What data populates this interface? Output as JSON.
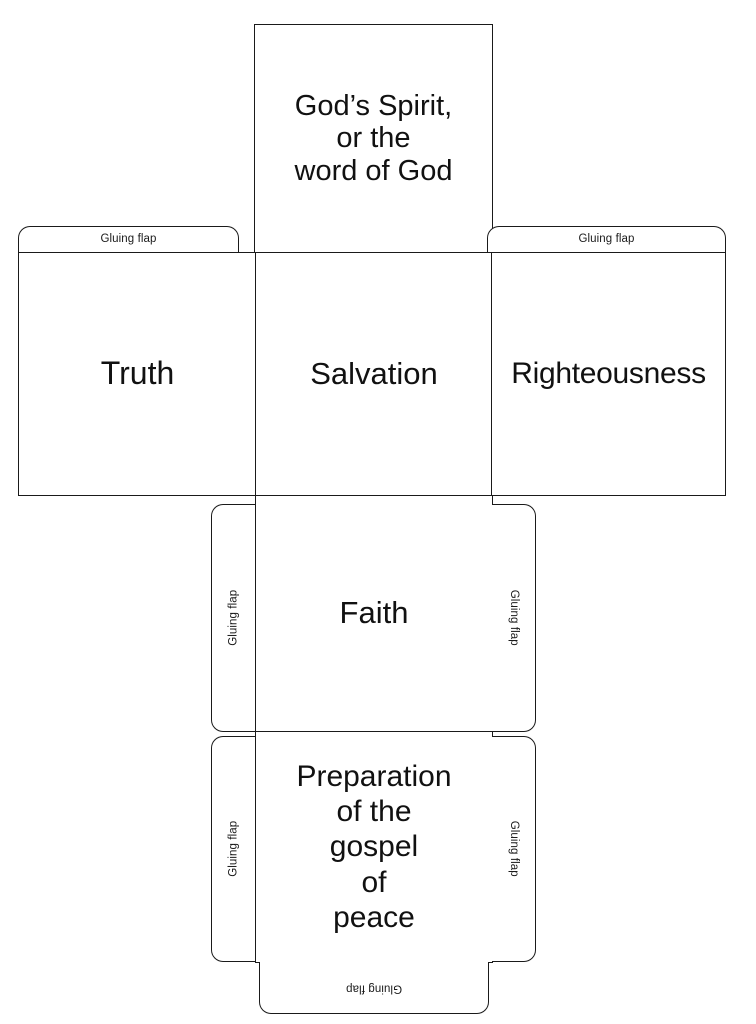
{
  "document": {
    "title": "Armour of God cube net",
    "background_color": "#ffffff",
    "line_color": "#1a1a1a",
    "text_color": "#111111"
  },
  "panels": {
    "top": {
      "name": "God's Spirit panel",
      "label": "God’s Spirit,\nor the\nword of God"
    },
    "left": {
      "name": "Truth panel",
      "label": "Truth"
    },
    "center": {
      "name": "Salvation panel",
      "label": "Salvation"
    },
    "right": {
      "name": "Righteousness panel",
      "label": "Righteousness"
    },
    "faith": {
      "name": "Faith panel",
      "label": "Faith"
    },
    "preparation": {
      "name": "Preparation panel",
      "label": "Preparation\nof the\ngospel\nof\npeace"
    }
  },
  "flaps": {
    "label": "Gluing flap",
    "items": [
      {
        "id": "top-left",
        "label": "Gluing flap",
        "orientation": "horizontal"
      },
      {
        "id": "top-right",
        "label": "Gluing flap",
        "orientation": "horizontal"
      },
      {
        "id": "faith-left",
        "label": "Gluing flap",
        "orientation": "vertical-ccw"
      },
      {
        "id": "faith-right",
        "label": "Gluing flap",
        "orientation": "vertical-cw"
      },
      {
        "id": "prep-left",
        "label": "Gluing flap",
        "orientation": "vertical-ccw"
      },
      {
        "id": "prep-right",
        "label": "Gluing flap",
        "orientation": "vertical-cw"
      },
      {
        "id": "bottom",
        "label": "Gluing flap",
        "orientation": "inverted"
      }
    ]
  }
}
